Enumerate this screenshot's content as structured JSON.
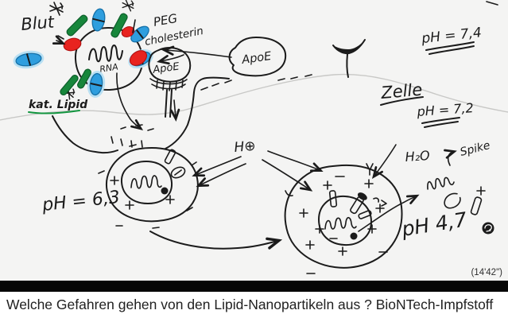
{
  "video": {
    "timestamp": "(14'42\")",
    "caption": "Welche Gefahren gehen von den Lipid-Nanopartikeln aus ? BioNTech-Impfstoff"
  },
  "whiteboard": {
    "labels": {
      "blut": "Blut",
      "peg": "PEG",
      "cholesterin": "cholesterin",
      "rna": "RNA",
      "kat_lipid": "kat. Lipid",
      "apoe_bound": "ApoE",
      "apoe_free": "ApoE",
      "ph_blood": "pH = 7,4",
      "zelle": "Zelle",
      "ph_cell": "pH = 7,2",
      "ph_early": "pH = 6,3",
      "h_plus": "H⊕",
      "h2o": "H₂O",
      "spike": "Spike",
      "ph_late": "pH 4,7"
    },
    "colors": {
      "board_background": "#f4f4f3",
      "ink_black": "#1b1b1b",
      "peg_label_blue": "#55a8d8",
      "lipid_blue": "#2f9ede",
      "cationic_lipid_green": "#17863b",
      "cholesterol_red": "#e8231f",
      "kat_lipid_label_green": "#12953f",
      "membrane_gray": "#c8c8c6"
    }
  }
}
